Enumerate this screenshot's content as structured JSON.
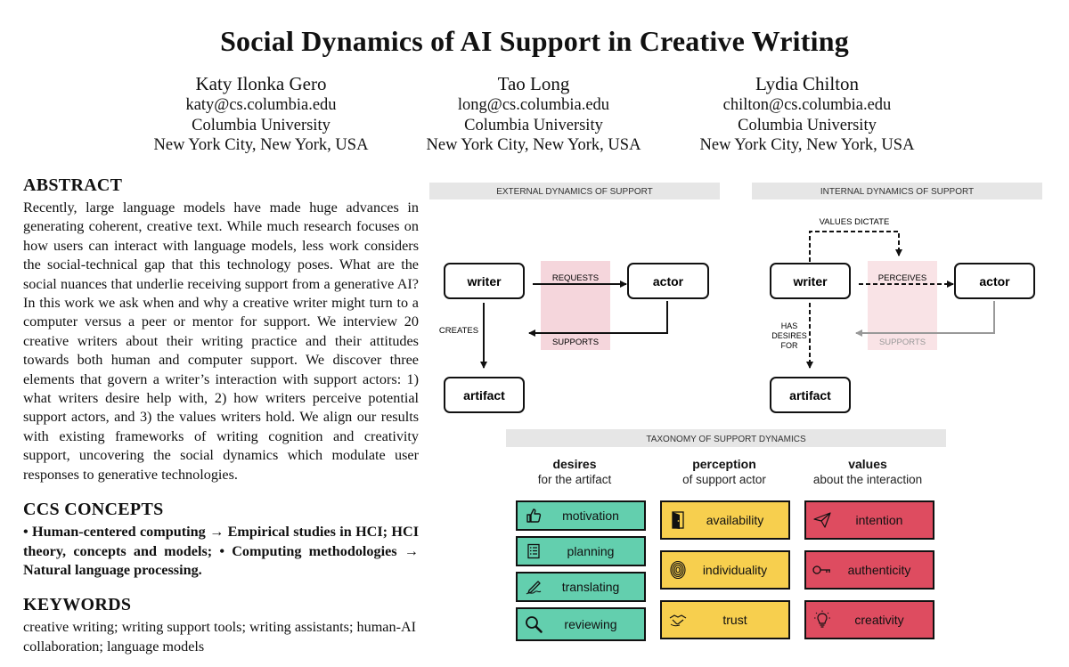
{
  "paper": {
    "title": "Social Dynamics of AI Support in Creative Writing",
    "authors": [
      {
        "name": "Katy Ilonka Gero",
        "email": "katy@cs.columbia.edu",
        "affiliation": "Columbia University",
        "location": "New York City, New York, USA"
      },
      {
        "name": "Tao Long",
        "email": "long@cs.columbia.edu",
        "affiliation": "Columbia University",
        "location": "New York City, New York, USA"
      },
      {
        "name": "Lydia Chilton",
        "email": "chilton@cs.columbia.edu",
        "affiliation": "Columbia University",
        "location": "New York City, New York, USA"
      }
    ],
    "abstract": {
      "heading": "ABSTRACT",
      "text": "Recently, large language models have made huge advances in generating coherent, creative text. While much research focuses on how users can interact with language models, less work considers the social-technical gap that this technology poses. What are the social nuances that underlie receiving support from a generative AI? In this work we ask when and why a creative writer might turn to a computer versus a peer or mentor for support. We interview 20 creative writers about their writing practice and their attitudes towards both human and computer support. We discover three elements that govern a writer’s interaction with support actors: 1) what writers desire help with, 2) how writers perceive potential support actors, and 3) the values writers hold. We align our results with existing frameworks of writing cognition and creativity support, uncovering the social dynamics which modulate user responses to generative technologies."
    },
    "ccs": {
      "heading": "CCS CONCEPTS",
      "text": "• Human-centered computing → Empirical studies in HCI; HCI theory, concepts and models; • Computing methodologies → Natural language processing."
    },
    "keywords": {
      "heading": "KEYWORDS",
      "text": "creative writing; writing support tools; writing assistants; human-AI collaboration; language models"
    }
  },
  "figure": {
    "external": {
      "header": "EXTERNAL DYNAMICS OF SUPPORT",
      "writer": "writer",
      "actor": "actor",
      "artifact": "artifact",
      "requests": "REQUESTS",
      "supports": "SUPPORTS",
      "creates": "CREATES"
    },
    "internal": {
      "header": "INTERNAL DYNAMICS OF SUPPORT",
      "writer": "writer",
      "actor": "actor",
      "artifact": "artifact",
      "values_dictate": "VALUES DICTATE",
      "perceives": "PERCEIVES",
      "supports": "SUPPORTS",
      "has_desires_for": [
        "HAS",
        "DESIRES",
        "FOR"
      ]
    },
    "taxonomy": {
      "header": "TAXONOMY OF SUPPORT DYNAMICS",
      "columns": [
        {
          "title": "desires",
          "subtitle": "for the artifact",
          "color": "#63cfae",
          "items": [
            {
              "label": "motivation",
              "icon": "thumbs-up-icon"
            },
            {
              "label": "planning",
              "icon": "checklist-icon"
            },
            {
              "label": "translating",
              "icon": "pen-writing-icon"
            },
            {
              "label": "reviewing",
              "icon": "magnifier-icon"
            }
          ]
        },
        {
          "title": "perception",
          "subtitle": "of support actor",
          "color": "#f7cf4e",
          "items": [
            {
              "label": "availability",
              "icon": "open-door-icon"
            },
            {
              "label": "individuality",
              "icon": "fingerprint-icon"
            },
            {
              "label": "trust",
              "icon": "handshake-icon"
            }
          ]
        },
        {
          "title": "values",
          "subtitle": "about the interaction",
          "color": "#de4c60",
          "items": [
            {
              "label": "intention",
              "icon": "paper-plane-icon"
            },
            {
              "label": "authenticity",
              "icon": "key-icon"
            },
            {
              "label": "creativity",
              "icon": "lightbulb-icon"
            }
          ]
        }
      ]
    }
  }
}
